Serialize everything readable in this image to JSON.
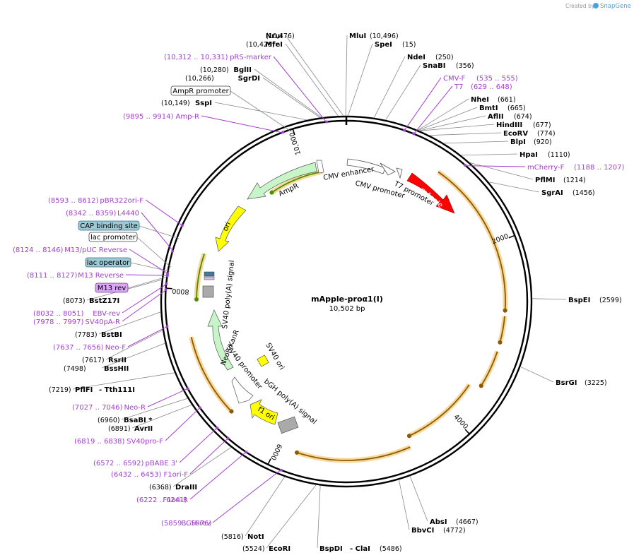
{
  "branding": {
    "created_by": "Created by",
    "app": "SnapGene"
  },
  "plasmid": {
    "name": "mApple-proα1(I)",
    "size_label": "10,502 bp",
    "total_bp": 10502
  },
  "ticks": [
    {
      "bp": 2000,
      "label": "2000"
    },
    {
      "bp": 4000,
      "label": "4000"
    },
    {
      "bp": 6000,
      "label": "6000"
    },
    {
      "bp": 8000,
      "label": "8000"
    },
    {
      "bp": 10000,
      "label": "10,000"
    }
  ],
  "sites": [
    {
      "name": "NruI",
      "pos": "(10,476)"
    },
    {
      "name": "MluI",
      "pos": "(10,496)"
    },
    {
      "name": "MfeI",
      "pos": "(10,429)"
    },
    {
      "name": "SpeI",
      "pos": "(15)"
    },
    {
      "name": "NdeI",
      "pos": "(250)"
    },
    {
      "name": "SnaBI",
      "pos": "(356)"
    },
    {
      "name": "BglII",
      "pos": "(10,280)"
    },
    {
      "name": "SgrDI",
      "pos": "(10,266)"
    },
    {
      "name": "SspI",
      "pos": "(10,149)"
    },
    {
      "name": "NheI",
      "pos": "(661)"
    },
    {
      "name": "BmtI",
      "pos": "(665)"
    },
    {
      "name": "AflII",
      "pos": "(674)"
    },
    {
      "name": "HindIII",
      "pos": "(677)"
    },
    {
      "name": "EcoRV",
      "pos": "(774)"
    },
    {
      "name": "BlpI",
      "pos": "(920)"
    },
    {
      "name": "HpaI",
      "pos": "(1110)"
    },
    {
      "name": "PflMI",
      "pos": "(1214)"
    },
    {
      "name": "SgrAI",
      "pos": "(1456)"
    },
    {
      "name": "BspEI",
      "pos": "(2599)"
    },
    {
      "name": "BsrGI",
      "pos": "(3225)"
    },
    {
      "name": "AbsI",
      "pos": "(4667)"
    },
    {
      "name": "BbvCI",
      "pos": "(4772)"
    },
    {
      "name": "BspDI",
      "pos": "(5486)"
    },
    {
      "name": "- ClaI",
      "pos": ""
    },
    {
      "name": "EcoRI",
      "pos": "(5524)"
    },
    {
      "name": "NotI",
      "pos": "(5816)"
    },
    {
      "name": "DraIII",
      "pos": "(6368)"
    },
    {
      "name": "BsaBI *",
      "pos": "(6960)"
    },
    {
      "name": "AvrII",
      "pos": "(6891)"
    },
    {
      "name": "PflFI",
      "pos": "(7219)"
    },
    {
      "name": "- Tth111I",
      "pos": ""
    },
    {
      "name": "RsrII",
      "pos": "(7617)"
    },
    {
      "name": "BssHII",
      "pos": "(7498)"
    },
    {
      "name": "BstBI",
      "pos": "(7783)"
    },
    {
      "name": "BstZ17I",
      "pos": "(8073)"
    }
  ],
  "primers": [
    {
      "name": "pRS-marker",
      "pos": "(10,312 .. 10,331)"
    },
    {
      "name": "Amp-R",
      "pos": "(9895 .. 9914)"
    },
    {
      "name": "CMV-F",
      "pos": "(535 .. 555)"
    },
    {
      "name": "T7",
      "pos": "(629 .. 648)"
    },
    {
      "name": "mCherry-F",
      "pos": "(1188 .. 1207)"
    },
    {
      "name": "pBR322ori-F",
      "pos": "(8593 .. 8612)"
    },
    {
      "name": "L4440",
      "pos": "(8342 .. 8359)"
    },
    {
      "name": "M13/pUC Reverse",
      "pos": "(8124 .. 8146)"
    },
    {
      "name": "M13 Reverse",
      "pos": "(8111 .. 8127)"
    },
    {
      "name": "EBV-rev",
      "pos": "(8032 .. 8051)"
    },
    {
      "name": "SV40pA-R",
      "pos": "(7978 .. 7997)"
    },
    {
      "name": "Neo-F",
      "pos": "(7637 .. 7656)"
    },
    {
      "name": "Neo-R",
      "pos": "(7027 .. 7046)"
    },
    {
      "name": "SV40pro-F",
      "pos": "(6819 .. 6838)"
    },
    {
      "name": "pBABE 3'",
      "pos": "(6572 .. 6592)"
    },
    {
      "name": "F1ori-F",
      "pos": "(6432 .. 6453)"
    },
    {
      "name": "F1ori-R",
      "pos": "(6222 .. 6241)"
    },
    {
      "name": "BGH-rev",
      "pos": "(5859 .. 5876)"
    }
  ],
  "boxed_features": [
    {
      "name": "AmpR promoter"
    },
    {
      "name": "CAP binding site"
    },
    {
      "name": "lac promoter"
    },
    {
      "name": "lac operator"
    },
    {
      "name": "M13 rev"
    }
  ],
  "features": [
    {
      "name": "mApple"
    },
    {
      "name": "CMV enhancer"
    },
    {
      "name": "CMV promoter"
    },
    {
      "name": "T7 promoter"
    },
    {
      "name": "AmpR"
    },
    {
      "name": "ori"
    },
    {
      "name": "SV40 poly(A) signal"
    },
    {
      "name": "NeoR/KanR"
    },
    {
      "name": "SV40 promoter"
    },
    {
      "name": "SV40 ori"
    },
    {
      "name": "bGH poly(A) signal"
    },
    {
      "name": "f1 ori"
    }
  ],
  "colors": {
    "primer": "#a33ecf",
    "mapple": "#ff0000",
    "ampr": "#c8f5c8",
    "ori": "#ffff00",
    "orf_highlight": "#f5c872",
    "orf_arrow": "#8a5a00"
  }
}
